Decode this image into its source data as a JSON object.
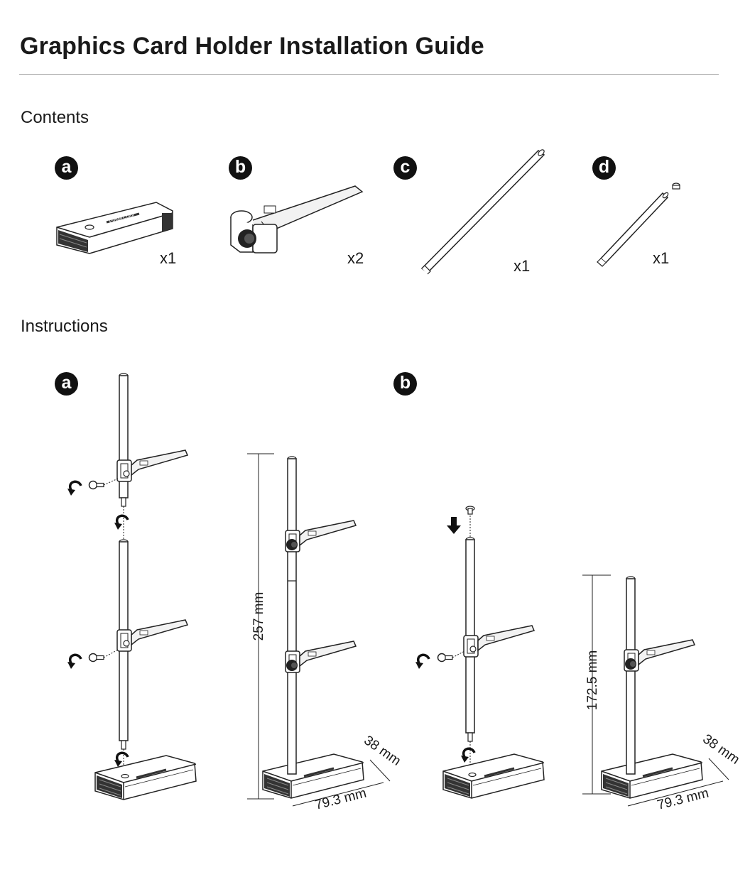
{
  "header": {
    "title": "Graphics Card Holder Installation Guide"
  },
  "contents": {
    "heading": "Contents",
    "items": [
      {
        "badge": "a",
        "quantity": "x1"
      },
      {
        "badge": "b",
        "quantity": "x2"
      },
      {
        "badge": "c",
        "quantity": "x1"
      },
      {
        "badge": "d",
        "quantity": "x1"
      }
    ]
  },
  "instructions": {
    "heading": "Instructions",
    "steps": [
      {
        "badge": "a",
        "height": "257 mm",
        "depth": "38 mm",
        "width": "79.3 mm"
      },
      {
        "badge": "b",
        "height": "172.5 mm",
        "depth": "38 mm",
        "width": "79.3 mm"
      }
    ]
  },
  "brand_label": "PowerColor"
}
